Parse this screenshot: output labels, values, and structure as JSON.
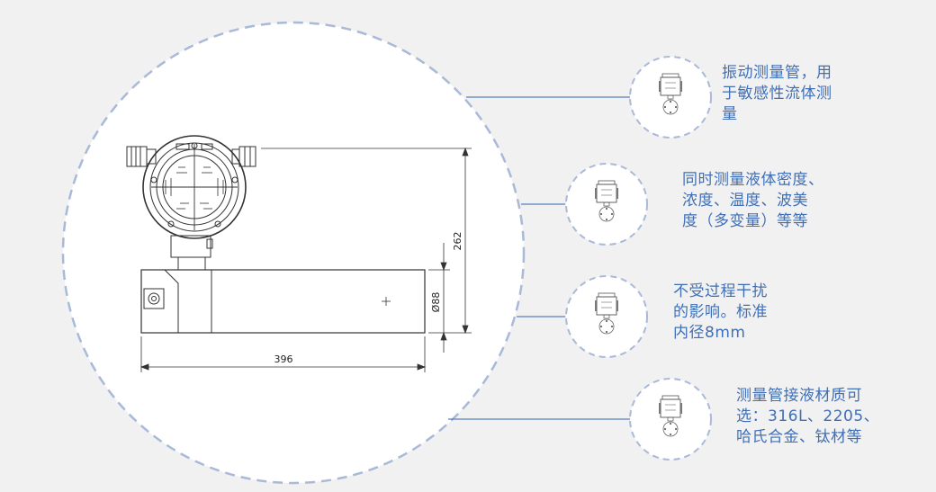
{
  "diagram": {
    "dimensions": {
      "length": "396",
      "height": "262",
      "diameter": "Ø88"
    }
  },
  "features": [
    {
      "lines": [
        "振动测量管，用",
        "于敏感性流体测",
        "量"
      ]
    },
    {
      "lines": [
        "同时测量液体密度、",
        "浓度、温度、波美",
        "度（多变量）等等"
      ]
    },
    {
      "lines": [
        "不受过程干扰",
        "的影响。标准",
        "内径8mm"
      ]
    },
    {
      "lines": [
        "测量管接液材质可",
        "选：316L、2205、",
        "哈氏合金、钛材等"
      ]
    }
  ],
  "colors": {
    "accent_text": "#3f6fb6",
    "dashed_circle": "#a9b9d8",
    "connector": "#5a7fc0",
    "background": "#f1f1f2"
  },
  "icons": [
    "transmitter-thumbnail-icon"
  ]
}
